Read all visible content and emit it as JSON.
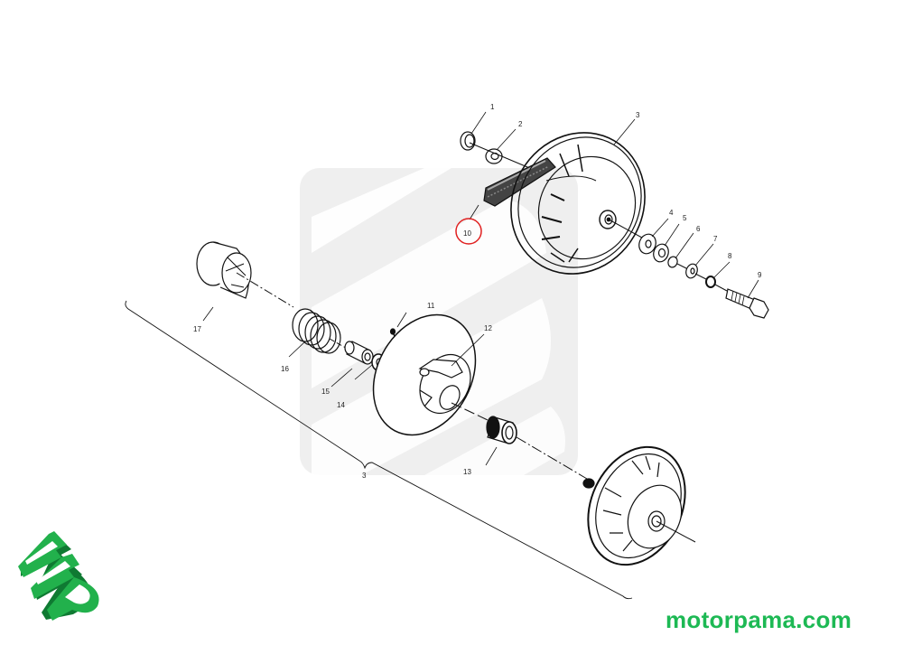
{
  "diagram": {
    "type": "exploded-parts-diagram",
    "subject": "drive clutch assembly",
    "highlighted_part": "10",
    "highlight_color": "#e02020",
    "watermark_color": "#efefef",
    "callouts": [
      {
        "id": "c1",
        "label": "1"
      },
      {
        "id": "c2",
        "label": "2"
      },
      {
        "id": "c3",
        "label": "3"
      },
      {
        "id": "c4",
        "label": "4"
      },
      {
        "id": "c5",
        "label": "5"
      },
      {
        "id": "c6",
        "label": "6"
      },
      {
        "id": "c7",
        "label": "7"
      },
      {
        "id": "c8",
        "label": "8"
      },
      {
        "id": "c9",
        "label": "9"
      },
      {
        "id": "c10",
        "label": "10"
      },
      {
        "id": "c11",
        "label": "11"
      },
      {
        "id": "c12",
        "label": "12"
      },
      {
        "id": "c13",
        "label": "13"
      },
      {
        "id": "c14",
        "label": "14"
      },
      {
        "id": "c15",
        "label": "15"
      },
      {
        "id": "c16",
        "label": "16"
      },
      {
        "id": "c17",
        "label": "17"
      }
    ],
    "bracket_label": "3"
  },
  "brand": {
    "website": "motorpama.com",
    "logo_letters": "mp",
    "color": "#1db954",
    "logo_color": "#22b14c",
    "logo_shadow": "#0f7a32"
  }
}
